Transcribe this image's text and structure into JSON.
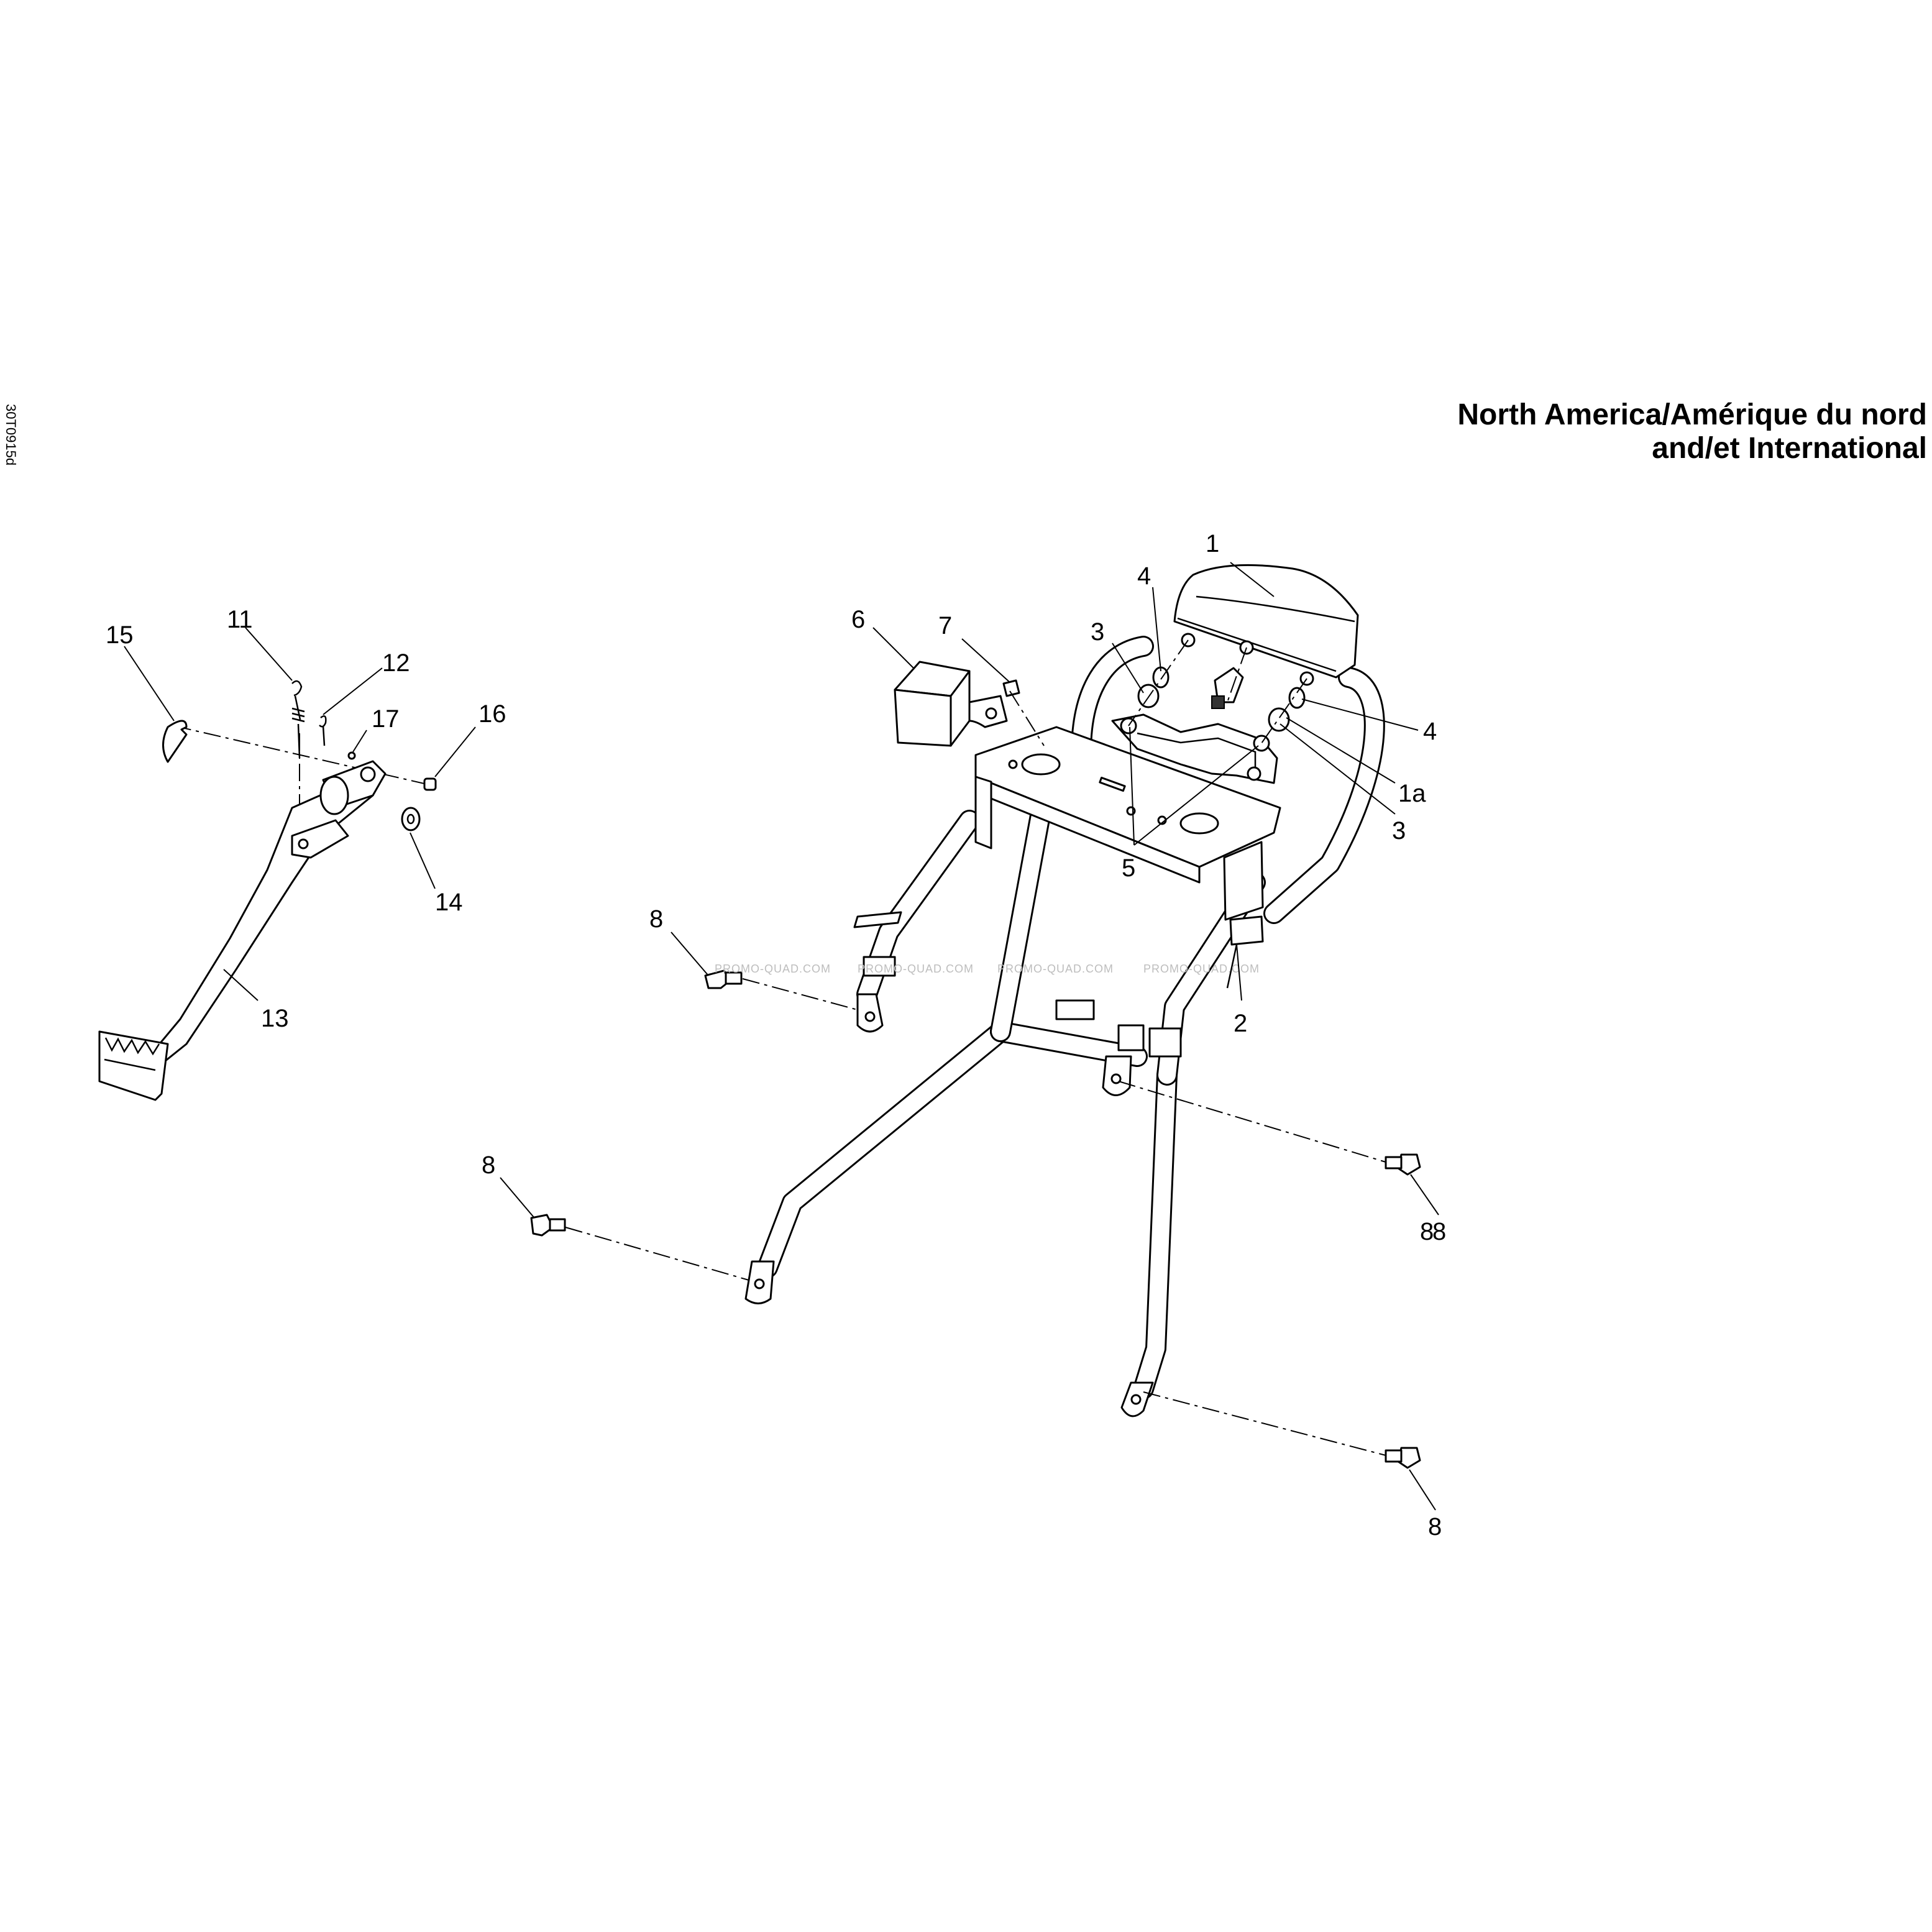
{
  "header": {
    "title_line1": "North America/Amérique du nord",
    "title_line2": "and/et International",
    "drawing_id": "30T0915d"
  },
  "watermark": "PROMO-QUAD.COM",
  "callouts": [
    "1",
    "1a",
    "2",
    "3",
    "3",
    "4",
    "4",
    "5",
    "6",
    "7",
    "8",
    "8",
    "8",
    "8",
    "8",
    "11",
    "12",
    "13",
    "14",
    "15",
    "16",
    "17"
  ]
}
